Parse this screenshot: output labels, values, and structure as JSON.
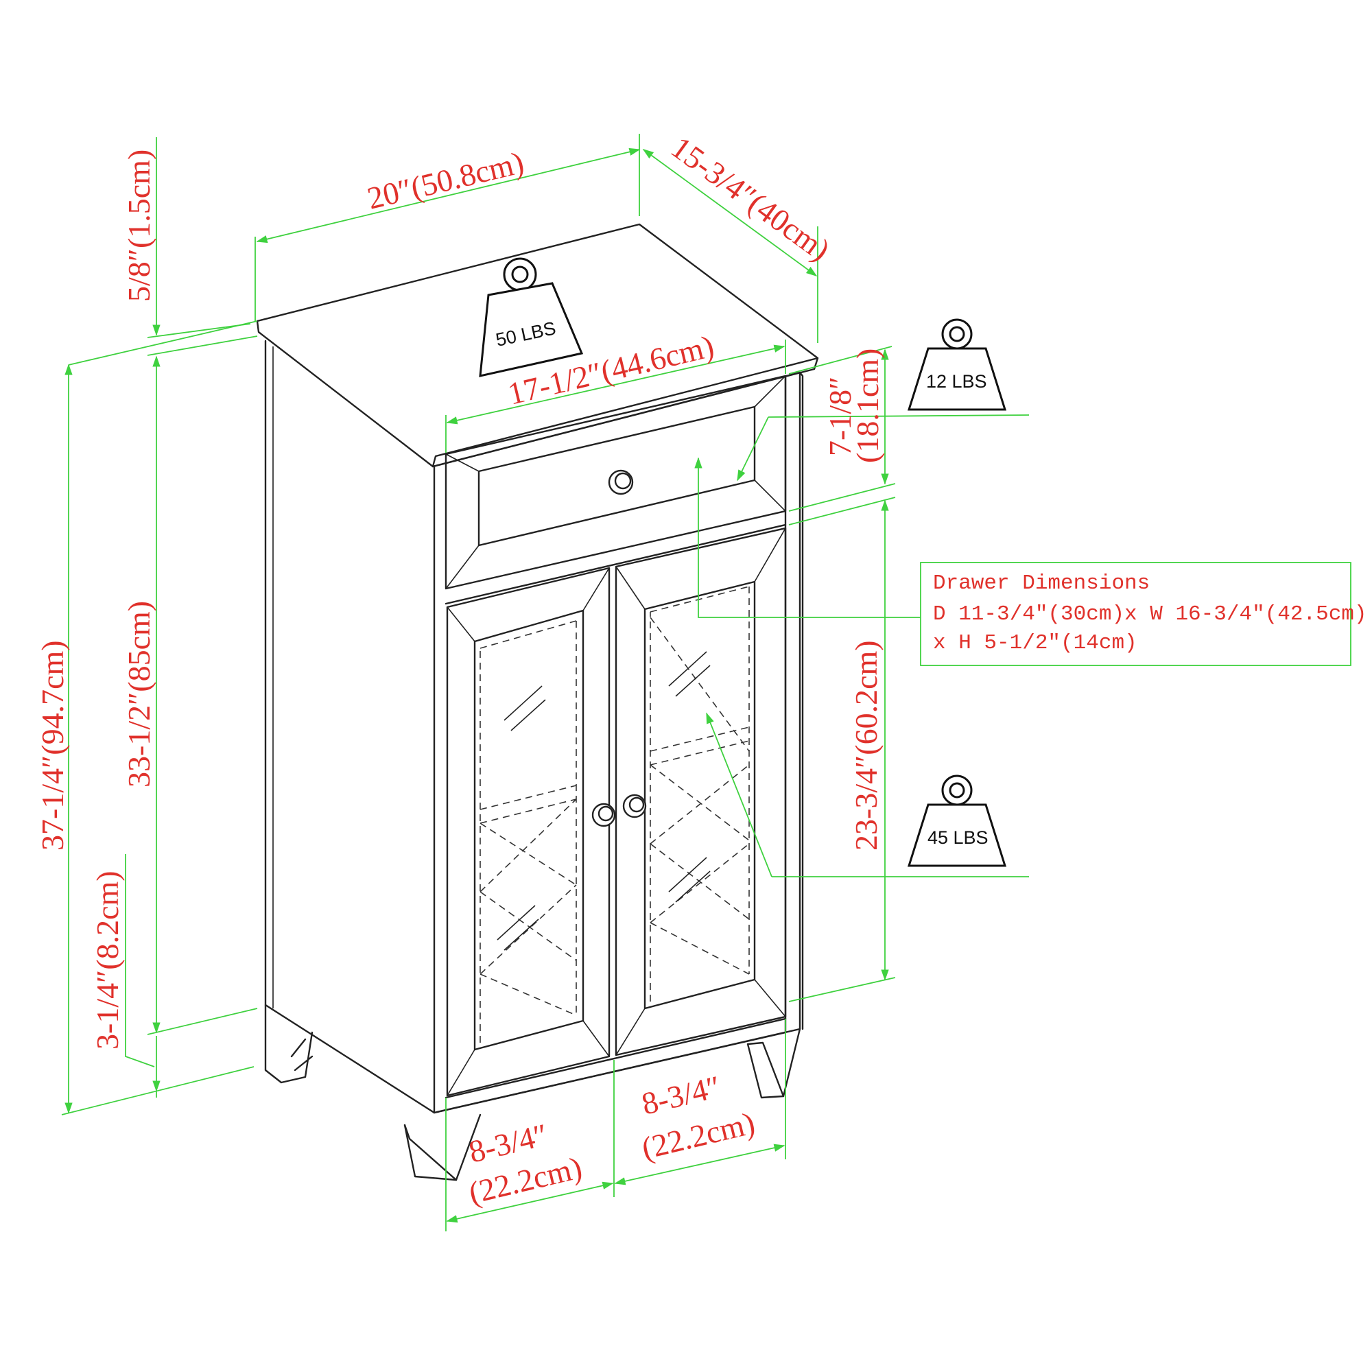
{
  "dimensions": {
    "overall_width": "20″(50.8cm)",
    "depth": "15-3/4″(40cm)",
    "top_thickness": "5/8″(1.5cm)",
    "overall_height": "37-1/4″(94.7cm)",
    "body_height": "33-1/2″(85cm)",
    "leg_height": "3-1/4″(8.2cm)",
    "inner_width": "17-1/2″(44.6cm)",
    "drawer_opening_height": "7-1/8″",
    "drawer_opening_height_cm": "(18.1cm)",
    "cabinet_opening_height": "23-3/4″(60.2cm)",
    "left_door_width": "8-3/4″",
    "left_door_width_cm": "(22.2cm)",
    "right_door_width": "8-3/4″",
    "right_door_width_cm": "(22.2cm)"
  },
  "weights": {
    "top": "50 LBS",
    "drawer": "12 LBS",
    "cabinet": "45 LBS"
  },
  "drawer_note": {
    "title": "Drawer Dimensions",
    "line1": "D 11-3/4″(30cm)x W 16-3/4″(42.5cm)",
    "line2": "x H 5-1/2″(14cm)"
  },
  "colors": {
    "dimension_line": "#3fd13f",
    "dimension_text": "#e0312b",
    "drawing_line": "#222222"
  }
}
